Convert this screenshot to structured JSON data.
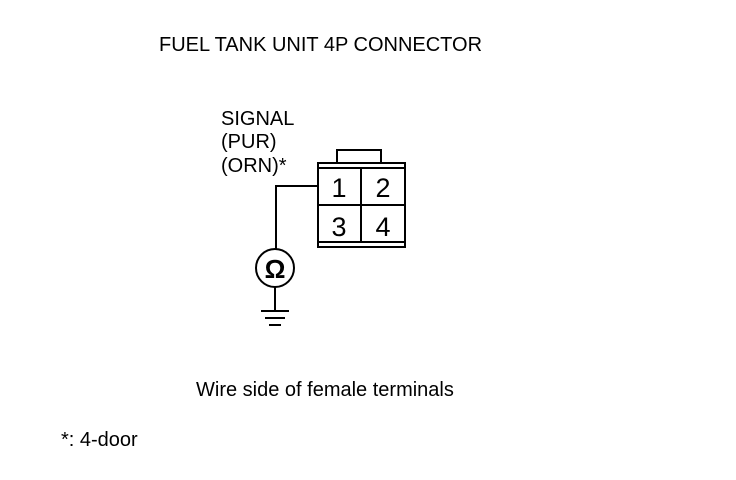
{
  "title": "FUEL TANK UNIT 4P CONNECTOR",
  "wire": {
    "name": "SIGNAL",
    "color_primary": "(PUR)",
    "color_alternate": "(ORN)*"
  },
  "connector": {
    "terminals": [
      "1",
      "2",
      "3",
      "4"
    ]
  },
  "meter": {
    "symbol": "Ω"
  },
  "caption": "Wire side of female terminals",
  "footnote": "*: 4-door"
}
